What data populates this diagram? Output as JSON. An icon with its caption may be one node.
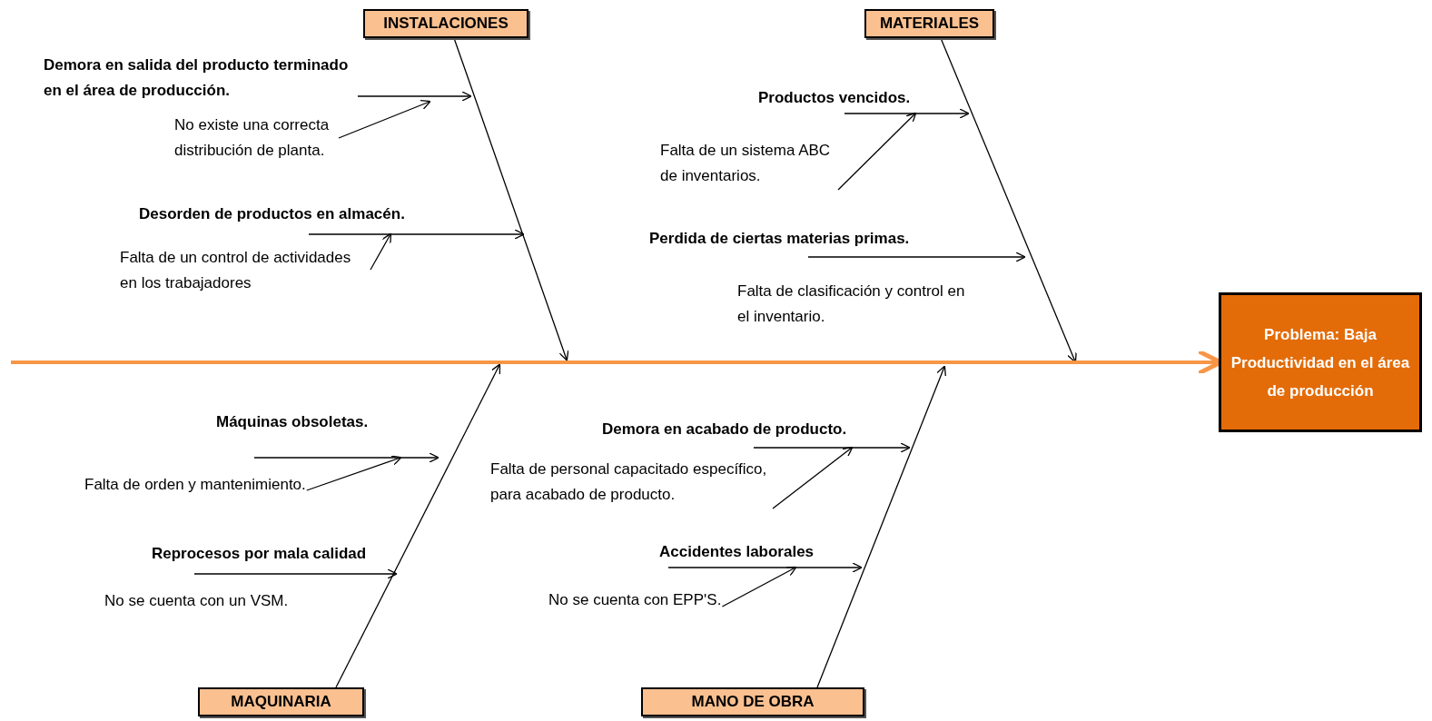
{
  "diagram": {
    "nodes": [
      {
        "text": [
          "INSTALACIONES"
        ]
      },
      {
        "text": [
          "MATERIALES"
        ]
      },
      {
        "text": [
          "Demora en salida del producto terminado en el área de producción."
        ]
      },
      {
        "text": [
          "No existe una correcta distribución de planta."
        ]
      },
      {
        "text": [
          "Desorden de productos en almacén."
        ]
      },
      {
        "text": [
          "Falta de un control de actividades en los trabajadores"
        ]
      },
      {
        "text": [
          "Productos vencidos."
        ]
      },
      {
        "text": [
          "Falta de un sistema ABC de inventarios."
        ]
      },
      {
        "text": [
          "Perdida de ciertas materias primas."
        ]
      },
      {
        "text": [
          "Problema: Baja Productividad en el área de producción"
        ]
      },
      {
        "text": [
          "Máquinas obsoletas."
        ]
      },
      {
        "text": [
          "Falta de orden y mantenimiento."
        ]
      },
      {
        "text": [
          "Demora en acabado de producto."
        ]
      },
      {
        "text": [
          "Falta de personal capacitado específico, para acabado de producto."
        ]
      },
      {
        "text": [
          "Reprocesos por mala calidad"
        ]
      },
      {
        "text": [
          "Accidentes laborales"
        ]
      },
      {
        "text": [
          "No se cuenta con EPP'S."
        ]
      },
      {
        "text": [
          "MAQUINARIA"
        ]
      },
      {
        "text": [
          "MANO DE OBRA"
        ]
      }
    ],
    "edges": [
      {
        "from": 0,
        "to": null,
        "arrow": "to"
      },
      {
        "from": 1,
        "to": null,
        "arrow": "to"
      },
      {
        "from": 17,
        "to": null,
        "arrow": "to"
      },
      {
        "from": 18,
        "to": null,
        "arrow": "to"
      },
      {
        "from": 2,
        "to": null,
        "arrow": "to"
      },
      {
        "from": 3,
        "to": null,
        "arrow": "to"
      },
      {
        "from": 4,
        "to": null,
        "arrow": "to"
      },
      {
        "from": 5,
        "to": 4,
        "arrow": "to"
      },
      {
        "from": 6,
        "to": null,
        "arrow": "to"
      },
      {
        "from": 7,
        "to": 6,
        "arrow": "to"
      },
      {
        "from": 8,
        "to": null,
        "arrow": "to"
      },
      {
        "from": 10,
        "to": null,
        "arrow": "to"
      },
      {
        "from": 11,
        "to": 10,
        "arrow": "to"
      },
      {
        "from": 12,
        "to": null,
        "arrow": "to"
      },
      {
        "from": 13,
        "to": 12,
        "arrow": "to"
      },
      {
        "from": 14,
        "to": null,
        "arrow": "to"
      },
      {
        "from": 15,
        "to": null,
        "arrow": "to"
      },
      {
        "from": 16,
        "to": 15,
        "arrow": "to"
      },
      {
        "from": null,
        "to": 9,
        "arrow": "to",
        "style": "thick",
        "color": "#f79646"
      }
    ],
    "labels": [
      "Falta de clasificación y control en el inventario.",
      "No se cuenta con un VSM."
    ]
  }
}
